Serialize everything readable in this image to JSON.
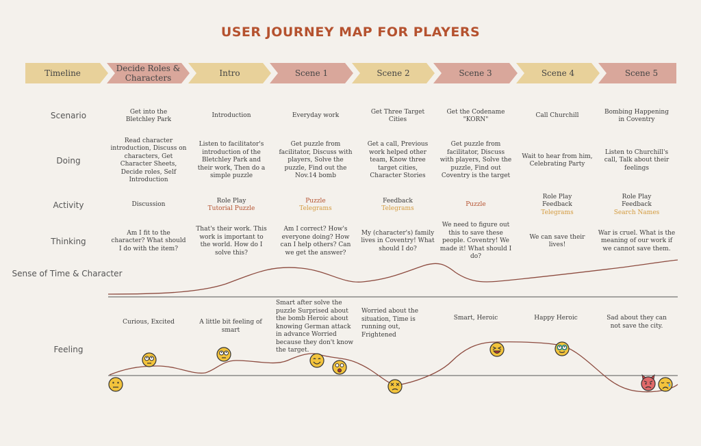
{
  "title": "USER JOURNEY MAP FOR PLAYERS",
  "colors": {
    "gold": "#e8d19a",
    "salmon": "#d9a79b",
    "title": "#b5522f",
    "highlight_gold": "#d39a3d",
    "curve": "#8c4a3e"
  },
  "timeline": [
    "Timeline",
    "Decide Roles & Characters",
    "Intro",
    "Scene 1",
    "Scene 2",
    "Scene 3",
    "Scene 4",
    "Scene 5"
  ],
  "row_labels": {
    "scenario": "Scenario",
    "doing": "Doing",
    "activity": "Activity",
    "thinking": "Thinking",
    "sense": "Sense of Time & Character",
    "feeling": "Feeling"
  },
  "scenario": [
    "Get into the Bletchley Park",
    "Introduction",
    "Everyday work",
    "Get Three Target Cities",
    "Get the Codename \"KORN\"",
    "Call Churchill",
    "Bombing Happening in Coventry"
  ],
  "doing": [
    "Read character introduction, Discuss on characters, Get Character Sheets, Decide roles, Self Introduction",
    "Listen to facilitator's introduction of the Bletchley Park and their work, Then do a simple puzzle",
    "Get puzzle from facilitator, Discuss with players, Solve the puzzle, Find out the Nov.14 bomb",
    "Get a call, Previous work helped other team, Know three target cities, Character Stories",
    "Get puzzle from facilitator, Discuss with players, Solve the puzzle, Find out Coventry is the target",
    "Wait to hear from him, Celebrating Party",
    "Listen to Churchill's call, Talk about their feelings"
  ],
  "activity": [
    [
      {
        "t": "Discussion",
        "c": "plain"
      }
    ],
    [
      {
        "t": "Role Play",
        "c": "plain"
      },
      {
        "t": "Tutorial Puzzle",
        "c": "red"
      }
    ],
    [
      {
        "t": "Puzzle",
        "c": "red"
      },
      {
        "t": "Telegrams",
        "c": "gold"
      }
    ],
    [
      {
        "t": "Feedback",
        "c": "plain"
      },
      {
        "t": "Telegrams",
        "c": "gold"
      }
    ],
    [
      {
        "t": "Puzzle",
        "c": "red"
      }
    ],
    [
      {
        "t": "Role Play",
        "c": "plain"
      },
      {
        "t": "Feedback",
        "c": "plain"
      },
      {
        "t": "Telegrams",
        "c": "gold"
      }
    ],
    [
      {
        "t": "Role Play",
        "c": "plain"
      },
      {
        "t": "Feedback",
        "c": "plain"
      },
      {
        "t": "Search Names",
        "c": "gold"
      }
    ]
  ],
  "thinking": [
    "Am I fit to the character? What should I do with the item?",
    "That's their work. This work is important to the world. How do I solve this?",
    "Am I correct? How's everyone doing? How can I help others? Can we get the answer?",
    "My (character's) family lives in Coventry! What should I do?",
    "We need to figure out this to save these people. Coventry! We made it! What should I do?",
    "We can save their lives!",
    "War is cruel. What is the meaning of our work if we cannot save them."
  ],
  "feeling": [
    "Curious, Excited",
    "A little bit feeling of smart",
    "Smart after solve the puzzle Surprised about the bomb Heroic about knowing German attack in advance Worried because they don't know the target.",
    "Worried about the situation, Time is running out, Frightened",
    "Smart, Heroic",
    "Happy Heroic",
    "Sad about they can not save the city."
  ],
  "emoji_icons": [
    "neutral-face-icon",
    "rolling-eyes-face-icon",
    "rolling-eyes-face-icon",
    "smiling-face-icon",
    "surprised-face-icon",
    "dizzy-face-icon",
    "grinning-face-icon",
    "glasses-face-icon",
    "devil-face-icon",
    "sad-face-icon"
  ]
}
